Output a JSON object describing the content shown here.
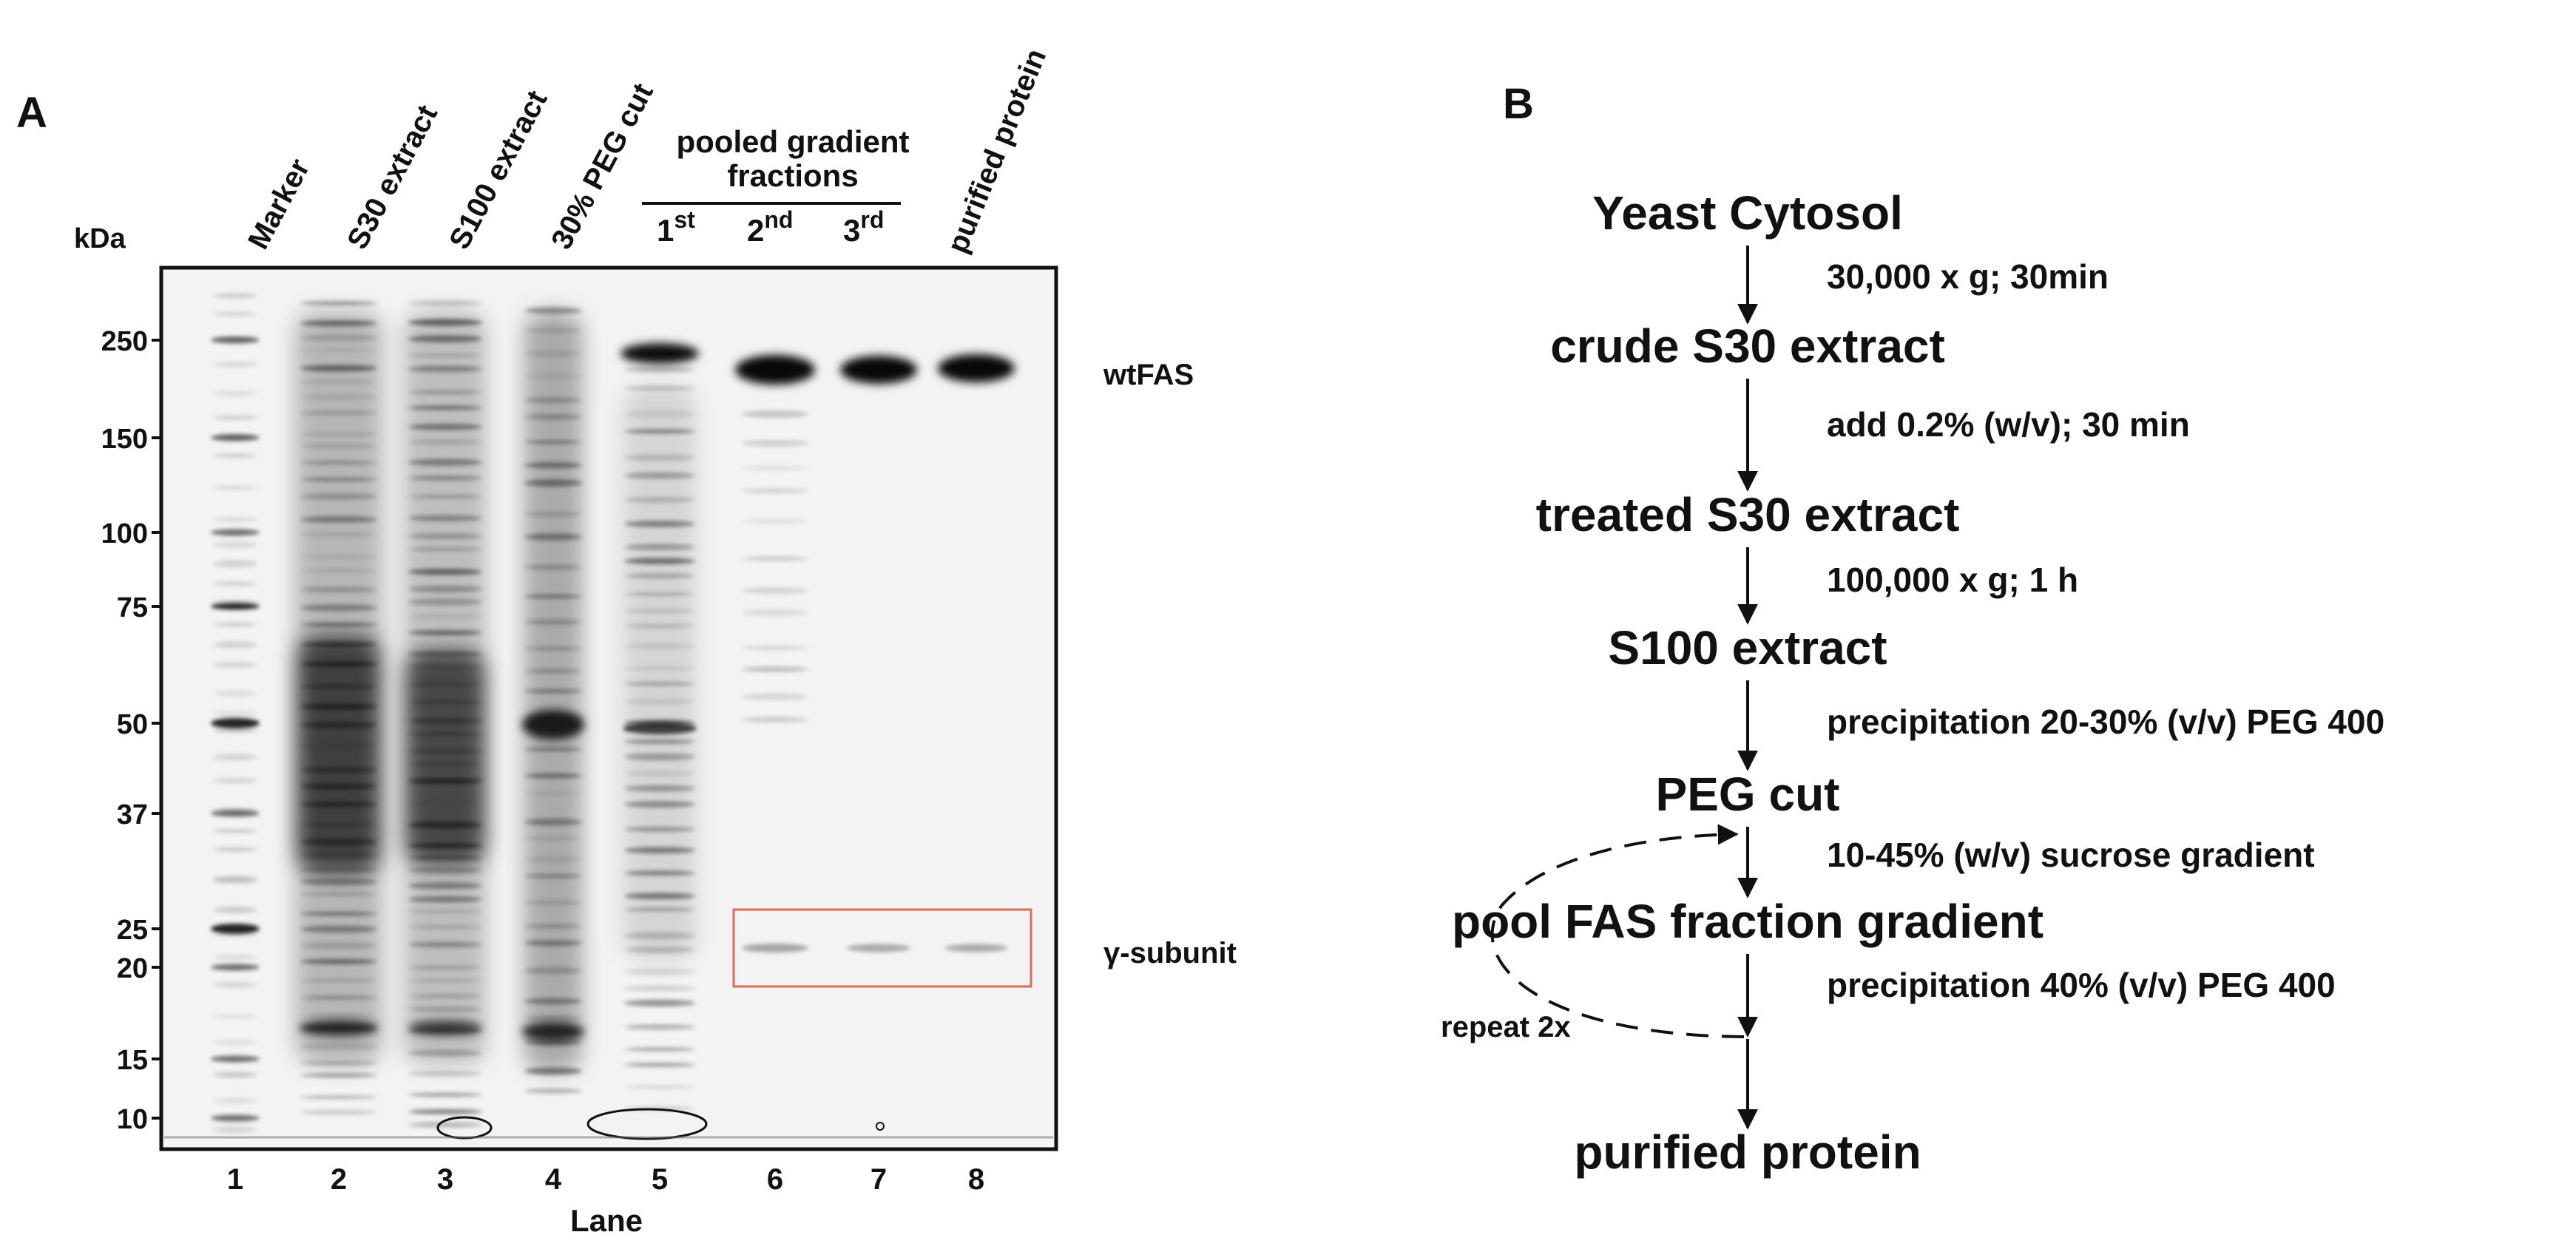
{
  "panel_a": {
    "letter": "A",
    "kda_label": "kDa",
    "lane_axis_label": "Lane",
    "lane_titles": [
      "Marker",
      "S30 extract",
      "S100 extract",
      "30% PEG cut",
      "purified protein"
    ],
    "pooled_header_line1": "pooled gradient",
    "pooled_header_line2": "fractions",
    "fraction_labels": [
      {
        "num": "1",
        "sup": "st"
      },
      {
        "num": "2",
        "sup": "nd"
      },
      {
        "num": "3",
        "sup": "rd"
      }
    ],
    "lane_numbers": [
      "1",
      "2",
      "3",
      "4",
      "5",
      "6",
      "7",
      "8"
    ],
    "mw_markers": [
      "250",
      "150",
      "100",
      "75",
      "50",
      "37",
      "25",
      "20",
      "15",
      "10"
    ],
    "band_labels": {
      "wtfas": "wtFAS",
      "gamma": "γ-subunit"
    },
    "highlight_color": "#e06a5c"
  },
  "panel_b": {
    "letter": "B",
    "steps": [
      "Yeast Cytosol",
      "crude S30 extract",
      "treated S30 extract",
      "S100 extract",
      "PEG cut",
      "pool FAS fraction gradient",
      "purified protein"
    ],
    "conditions": [
      "30,000 x g; 30min",
      "add 0.2% (w/v); 30 min",
      "100,000 x g; 1 h",
      "precipitation 20-30% (v/v) PEG 400",
      "10-45% (w/v) sucrose gradient",
      "precipitation 40% (v/v) PEG 400"
    ],
    "repeat_label": "repeat 2x"
  }
}
